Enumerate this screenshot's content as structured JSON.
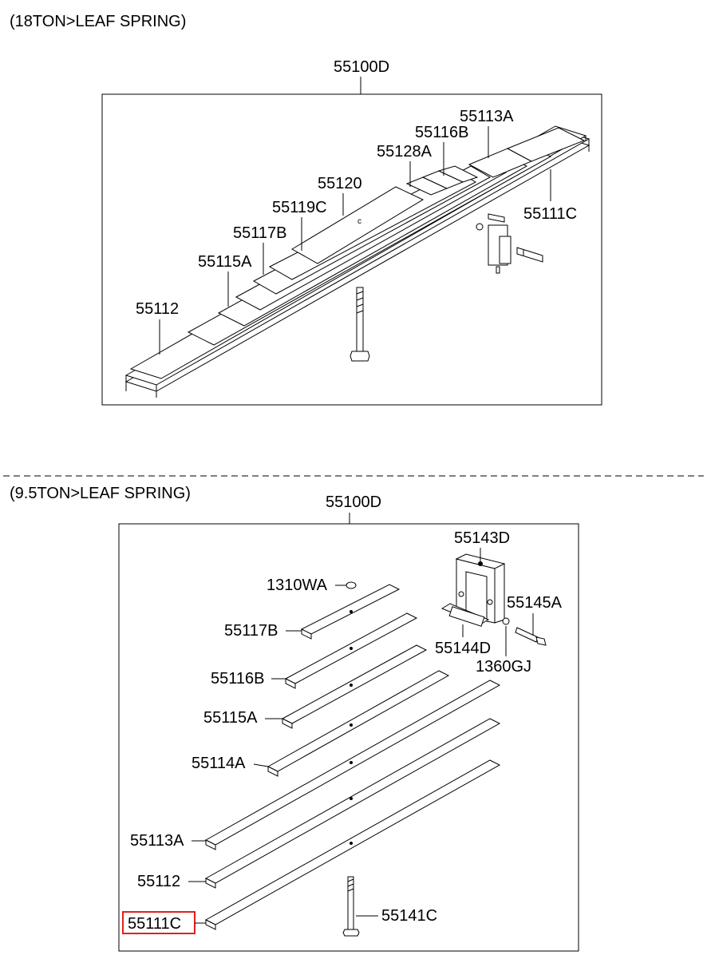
{
  "sections": {
    "top": {
      "title": "(18TON>LEAF SPRING)",
      "assembly": "55100D",
      "labels": {
        "p55113A": "55113A",
        "p55116B": "55116B",
        "p55128A": "55128A",
        "p55120": "55120",
        "p55119C": "55119C",
        "p55117B": "55117B",
        "p55115A": "55115A",
        "p55112": "55112",
        "p55111C": "55111C"
      }
    },
    "bottom": {
      "title": "(9.5TON>LEAF SPRING)",
      "assembly": "55100D",
      "labels": {
        "p55143D": "55143D",
        "p1310WA": "1310WA",
        "p55145A": "55145A",
        "p55117B": "55117B",
        "p55144D": "55144D",
        "p1360GJ": "1360GJ",
        "p55116B": "55116B",
        "p55115A": "55115A",
        "p55114A": "55114A",
        "p55113A": "55113A",
        "p55112": "55112",
        "p55111C": "55111C",
        "p55141C": "55141C"
      }
    }
  },
  "highlight": {
    "part": "55111C",
    "color": "#e02020"
  }
}
